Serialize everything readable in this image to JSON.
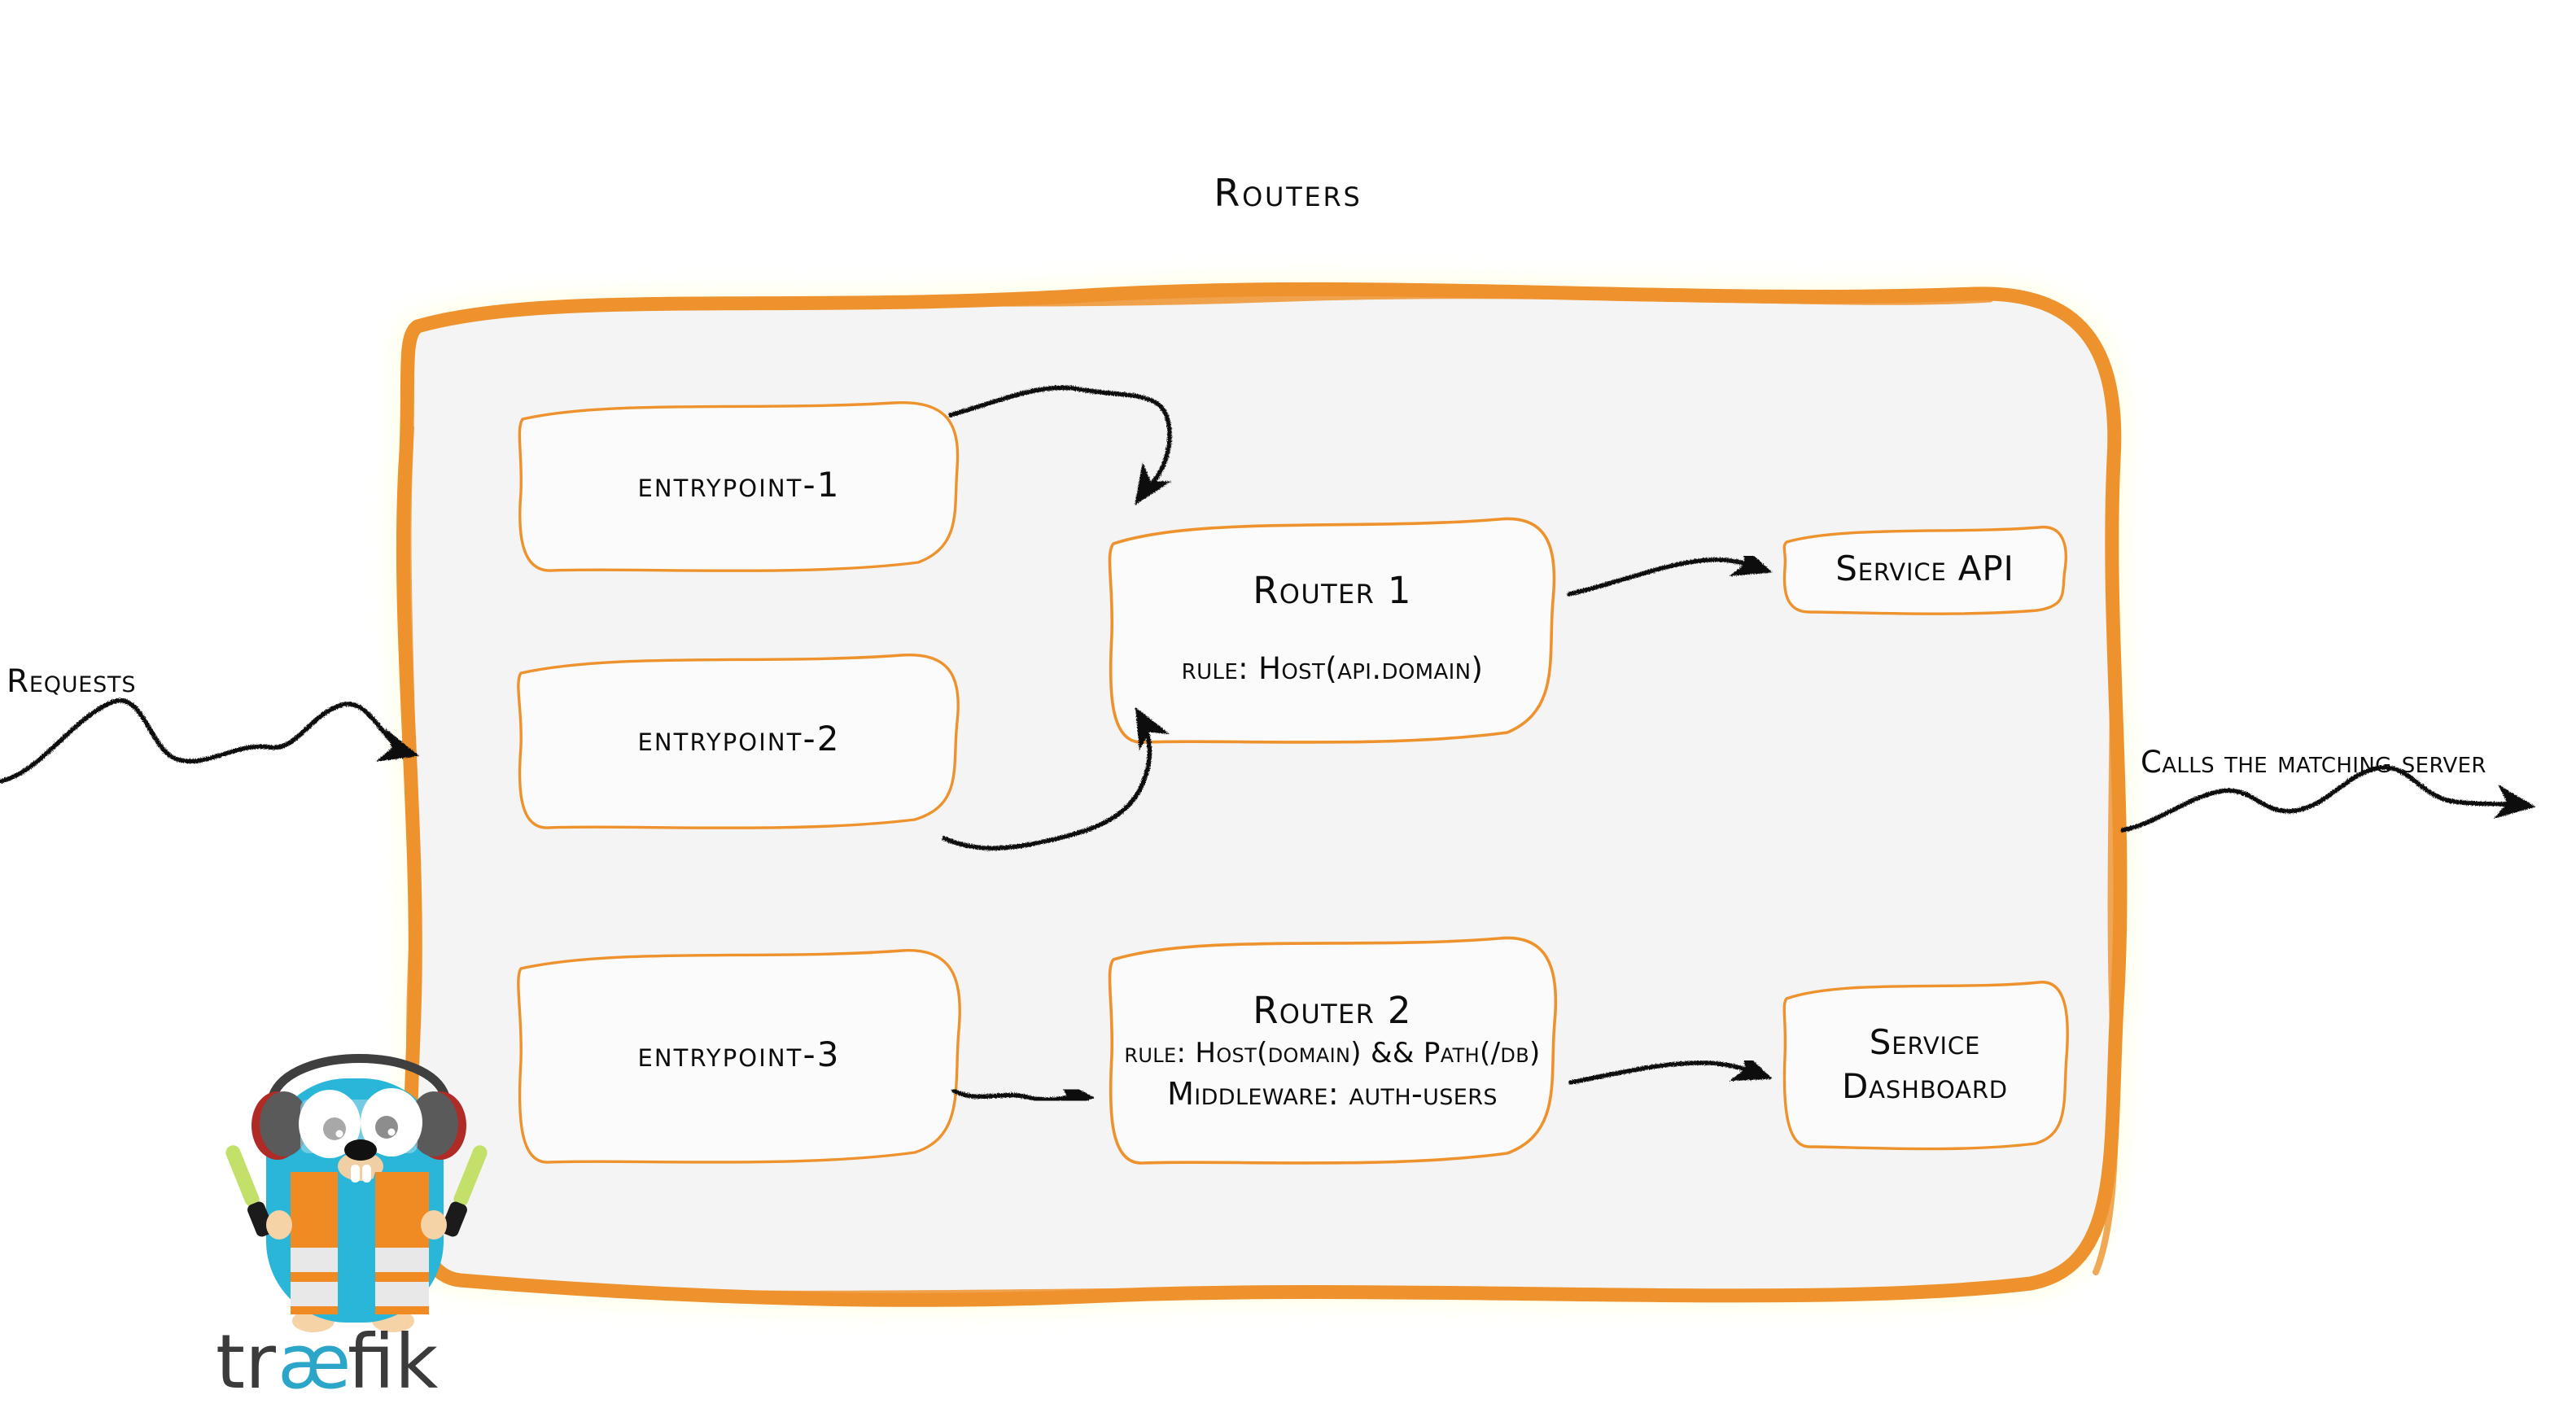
{
  "diagram": {
    "title": "Routers",
    "accent_color": "#ee922e",
    "panel_fill": "#f4f4f4",
    "ink_color": "#0d0d0d"
  },
  "entrypoints": [
    {
      "label": "entrypoint-1"
    },
    {
      "label": "entrypoint-2"
    },
    {
      "label": "entrypoint-3"
    }
  ],
  "routers": [
    {
      "title": "Router 1",
      "rule": "rule: Host(api.domain)"
    },
    {
      "title": "Router 2",
      "rule": "rule: Host(domain) && Path(/db)",
      "middleware": "Middleware: auth-users"
    }
  ],
  "services": [
    {
      "label": "Service API"
    },
    {
      "line1": "Service",
      "line2": "Dashboard"
    }
  ],
  "flow_labels": {
    "incoming": "Requests",
    "outgoing": "Calls the matching server"
  },
  "brand": {
    "logo_text_1": "tr",
    "logo_text_2": "æ",
    "logo_text_3": "fik",
    "logo_dark": "#3b3b3b",
    "logo_accent": "#2ba5c8",
    "mascot_body": "#29b6d8",
    "mascot_vest": "#ef8b22",
    "mascot_stripe": "#e8e8e8",
    "mascot_wand": "#c2e06a",
    "mascot_headphone": "#5a5a5a",
    "mascot_headphone_rim": "#b12b26",
    "mascot_skin": "#f6d2a7"
  }
}
